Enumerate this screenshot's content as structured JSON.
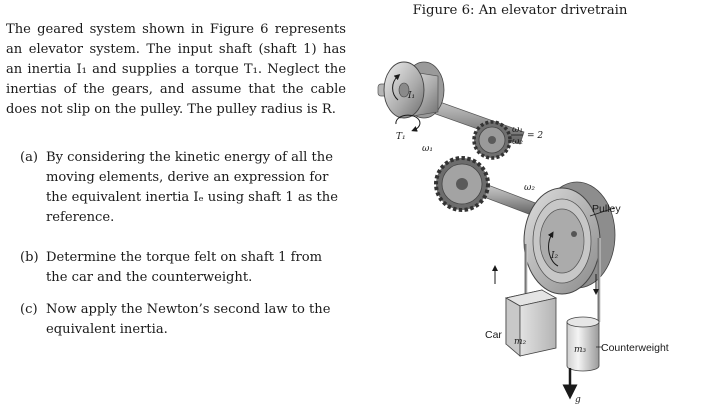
{
  "problem": {
    "intro": "The geared system shown in Figure 6 represents an elevator system. The input shaft (shaft 1) has an inertia I₁ and supplies a torque T₁. Neglect the inertias of the gears, and assume that the cable does not slip on the pulley. The pulley radius is R.",
    "parts": [
      {
        "label": "(a)",
        "text": "By considering the kinetic energy of all the moving elements, derive an expression for the equivalent inertia Iₑ using shaft 1 as the reference."
      },
      {
        "label": "(b)",
        "text": "Determine the torque felt on shaft 1 from the car and the counterweight."
      },
      {
        "label": "(c)",
        "text": "Now apply the Newton’s second law to the equivalent inertia."
      }
    ]
  },
  "figure": {
    "caption": "Figure 6: An elevator drivetrain",
    "labels": {
      "i1": "I₁",
      "t1": "T₁",
      "w1": "ω₁",
      "ratio_num": "ω₁",
      "ratio_den": "ω₂",
      "ratio_eq": "= 2",
      "w2": "ω₂",
      "pulley": "Pulley",
      "i2": "I₂",
      "car": "Car",
      "m2": "m₂",
      "m3": "m₃",
      "counterweight": "Counterweight",
      "g": "g"
    }
  }
}
